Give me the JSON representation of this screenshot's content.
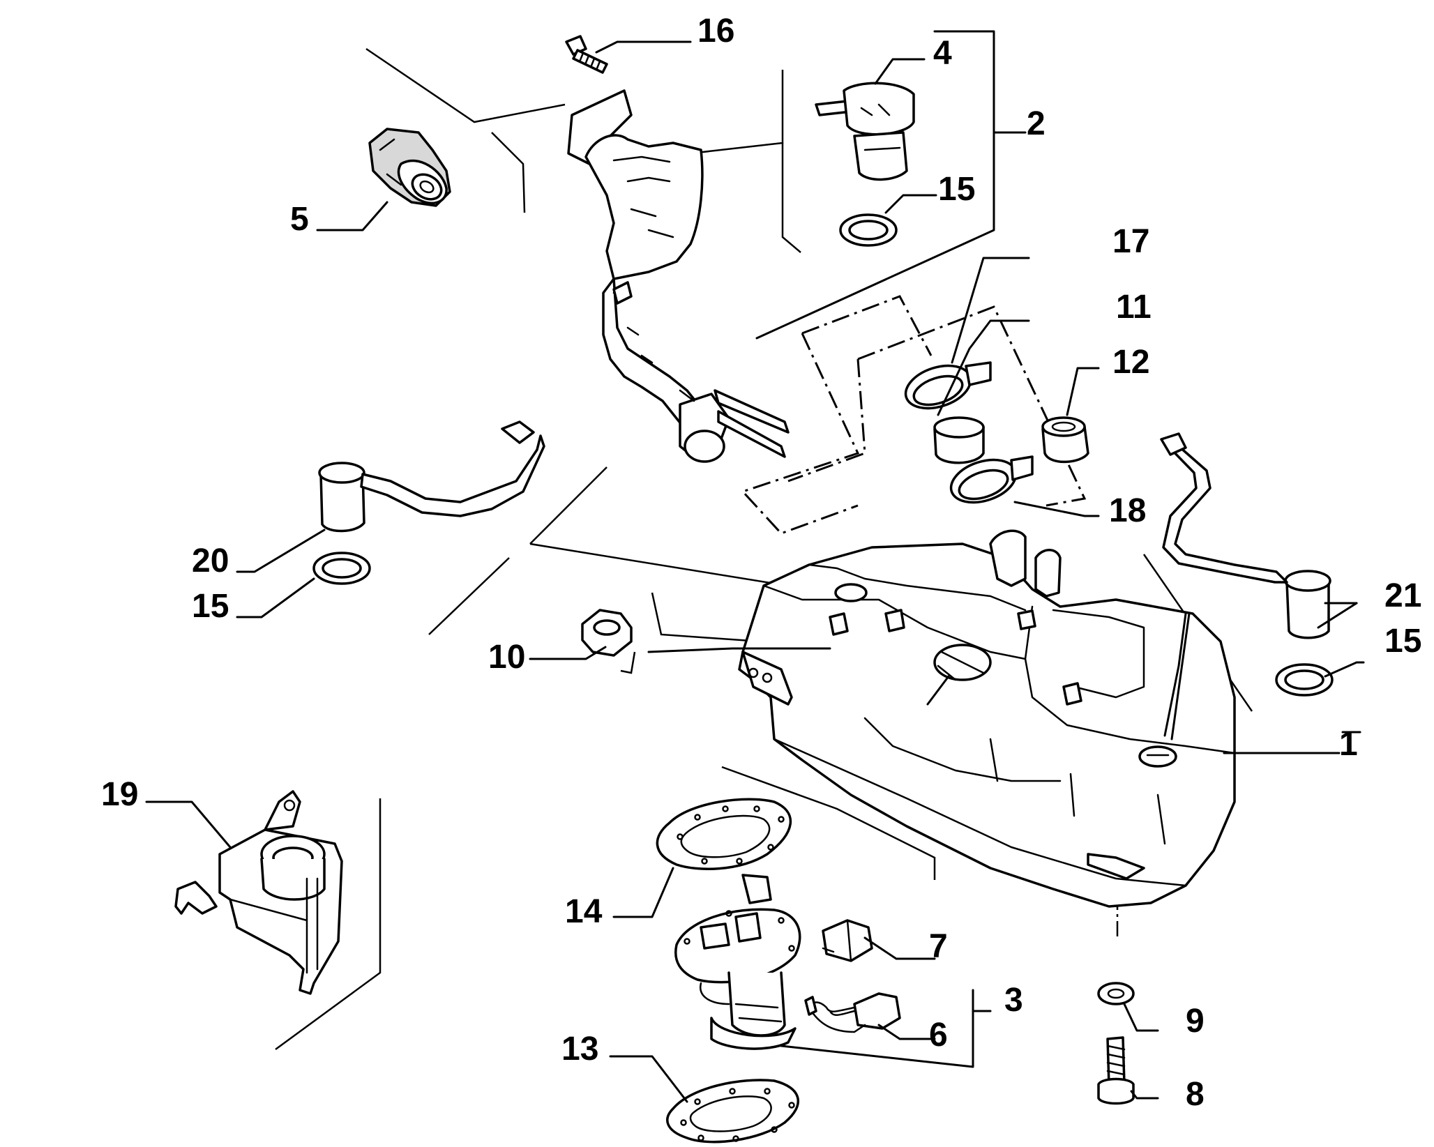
{
  "callouts": {
    "c1": "1",
    "c2": "2",
    "c3": "3",
    "c4": "4",
    "c5": "5",
    "c6": "6",
    "c7": "7",
    "c8": "8",
    "c9": "9",
    "c10": "10",
    "c11": "11",
    "c12": "12",
    "c13": "13",
    "c14": "14",
    "c15a": "15",
    "c15b": "15",
    "c15c": "15",
    "c16": "16",
    "c17": "17",
    "c18": "18",
    "c19": "19",
    "c20": "20",
    "c21": "21"
  }
}
